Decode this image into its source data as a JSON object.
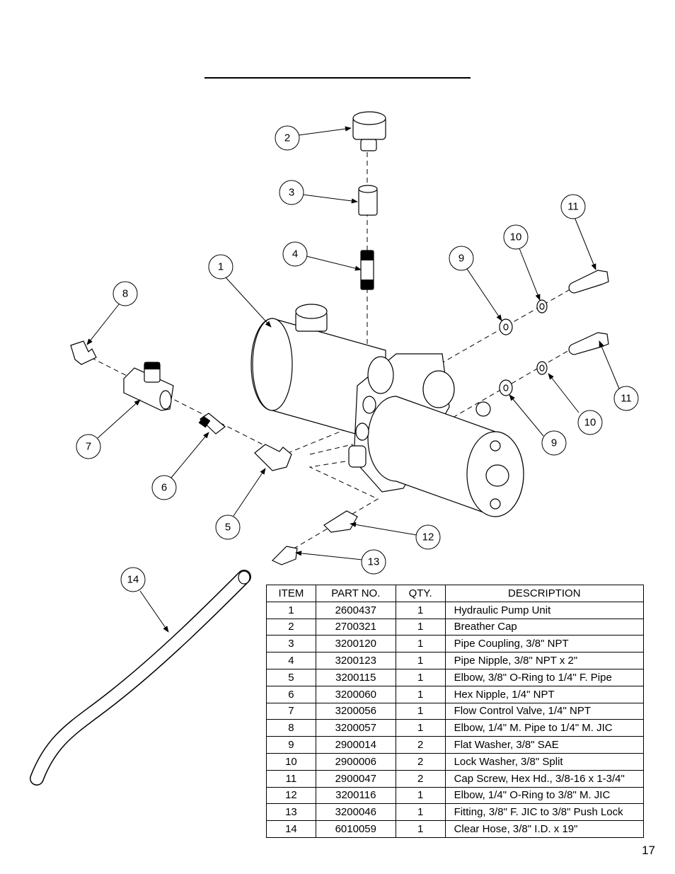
{
  "callouts": {
    "c1": "1",
    "c2": "2",
    "c3": "3",
    "c4": "4",
    "c5": "5",
    "c6": "6",
    "c7": "7",
    "c8": "8",
    "c9a": "9",
    "c9b": "9",
    "c10a": "10",
    "c10b": "10",
    "c11a": "11",
    "c11b": "11",
    "c12": "12",
    "c13": "13",
    "c14": "14"
  },
  "table": {
    "headers": {
      "item": "ITEM",
      "part_no": "PART NO.",
      "qty": "QTY.",
      "description": "DESCRIPTION"
    },
    "rows": [
      {
        "item": "1",
        "part_no": "2600437",
        "qty": "1",
        "description": "Hydraulic Pump Unit"
      },
      {
        "item": "2",
        "part_no": "2700321",
        "qty": "1",
        "description": "Breather Cap"
      },
      {
        "item": "3",
        "part_no": "3200120",
        "qty": "1",
        "description": "Pipe Coupling, 3/8\" NPT"
      },
      {
        "item": "4",
        "part_no": "3200123",
        "qty": "1",
        "description": "Pipe Nipple, 3/8\" NPT x 2\""
      },
      {
        "item": "5",
        "part_no": "3200115",
        "qty": "1",
        "description": "Elbow, 3/8\" O-Ring to 1/4\" F. Pipe"
      },
      {
        "item": "6",
        "part_no": "3200060",
        "qty": "1",
        "description": "Hex Nipple, 1/4\" NPT"
      },
      {
        "item": "7",
        "part_no": "3200056",
        "qty": "1",
        "description": "Flow Control Valve, 1/4\" NPT"
      },
      {
        "item": "8",
        "part_no": "3200057",
        "qty": "1",
        "description": "Elbow, 1/4\" M. Pipe to 1/4\" M. JIC"
      },
      {
        "item": "9",
        "part_no": "2900014",
        "qty": "2",
        "description": "Flat Washer, 3/8\" SAE"
      },
      {
        "item": "10",
        "part_no": "2900006",
        "qty": "2",
        "description": "Lock Washer, 3/8\" Split"
      },
      {
        "item": "11",
        "part_no": "2900047",
        "qty": "2",
        "description": "Cap Screw, Hex Hd., 3/8-16 x 1-3/4\""
      },
      {
        "item": "12",
        "part_no": "3200116",
        "qty": "1",
        "description": "Elbow, 1/4\" O-Ring to 3/8\" M. JIC"
      },
      {
        "item": "13",
        "part_no": "3200046",
        "qty": "1",
        "description": "Fitting, 3/8\" F. JIC to 3/8\" Push Lock"
      },
      {
        "item": "14",
        "part_no": "6010059",
        "qty": "1",
        "description": "Clear Hose, 3/8\" I.D. x 19\""
      }
    ]
  },
  "page_number": "17"
}
